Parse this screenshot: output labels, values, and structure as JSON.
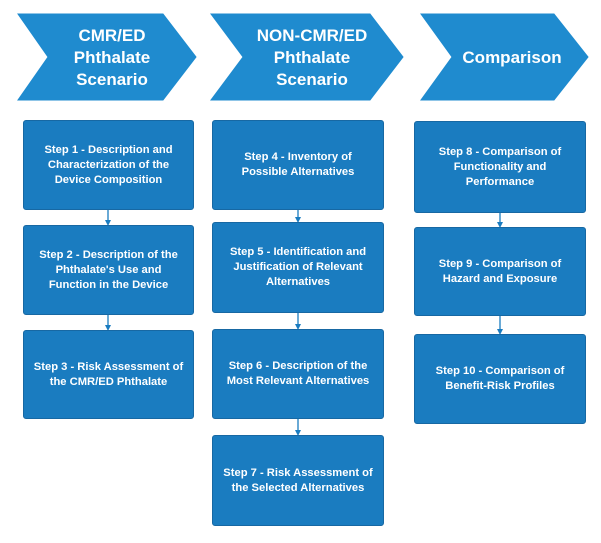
{
  "headers": [
    {
      "label": "CMR/ED\nPhthalate\nScenario"
    },
    {
      "label": "NON-CMR/ED\nPhthalate\nScenario"
    },
    {
      "label": "Comparison"
    }
  ],
  "steps": {
    "step1": "Step 1 - Description and\nCharacterization of the\nDevice Composition",
    "step2": "Step 2 - Description of the\nPhthalate's Use and\nFunction in the Device",
    "step3": "Step 3 - Risk Assessment of\nthe CMR/ED Phthalate",
    "step4": "Step 4 - Inventory of\nPossible Alternatives",
    "step5": "Step 5 - Identification and\nJustification of Relevant\nAlternatives",
    "step6": "Step 6 - Description of the\nMost Relevant Alternatives",
    "step7": "Step 7 - Risk Assessment of\nthe Selected Alternatives",
    "step8": "Step 8 - Comparison of\nFunctionality and\nPerformance",
    "step9": "Step 9 - Comparison of\nHazard and Exposure",
    "step10": "Step 10 - Comparison of\nBenefit-Risk Profiles"
  },
  "colors": {
    "chevron": "#1f8bcf",
    "box": "#1a7cc0",
    "text": "#ffffff"
  }
}
